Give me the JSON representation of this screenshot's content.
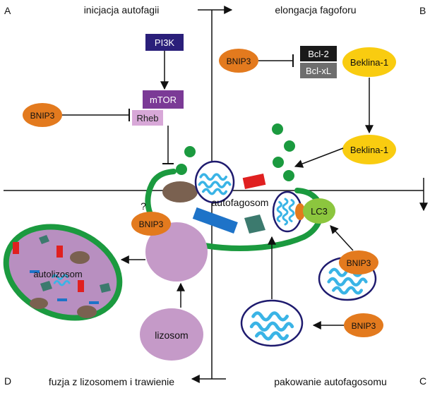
{
  "corners": {
    "a": "A",
    "b": "B",
    "c": "C",
    "d": "D"
  },
  "stages": {
    "top_left": "inicjacja autofagii",
    "top_right": "elongacja fagoforu",
    "bottom_left": "fuzja z lizosomem i trawienie",
    "bottom_right": "pakowanie autofagosomu"
  },
  "nodes": {
    "pi3k": "PI3K",
    "mtor": "mTOR",
    "rheb": "Rheb",
    "bnip3_rheb": "BNIP3",
    "bnip3_bcl": "BNIP3",
    "bcl2": "Bcl-2",
    "bclxl": "Bcl-xL",
    "beclin1_top": "Beklina-1",
    "beclin1_mid": "Beklina-1",
    "autophagosome": "autofagosom",
    "lc3": "LC3",
    "bnip3_fusion": "BNIP3",
    "question": "?",
    "autolysosome": "autolizosom",
    "lysosome": "lizosom",
    "bnip3_mito1": "BNIP3",
    "bnip3_mito2": "BNIP3"
  },
  "colors": {
    "membrane": "#1b9a3f",
    "bnip3": "#e37a1e",
    "beclin": "#f9cc10",
    "pi3k": "#2a1f7a",
    "mtor": "#7b3a96",
    "rheb": "#d8a8d8",
    "bcl2": "#1a1a1a",
    "bclxl": "#6e6e6e",
    "lc3": "#8cc63e",
    "vesicle": "#c59ac8",
    "mitochondrion": "#3ab4e6",
    "mito_border": "#1e1a6e",
    "brown": "#7a6150",
    "red": "#e02020",
    "blue": "#1e73c8",
    "teal": "#3c7a6e"
  }
}
